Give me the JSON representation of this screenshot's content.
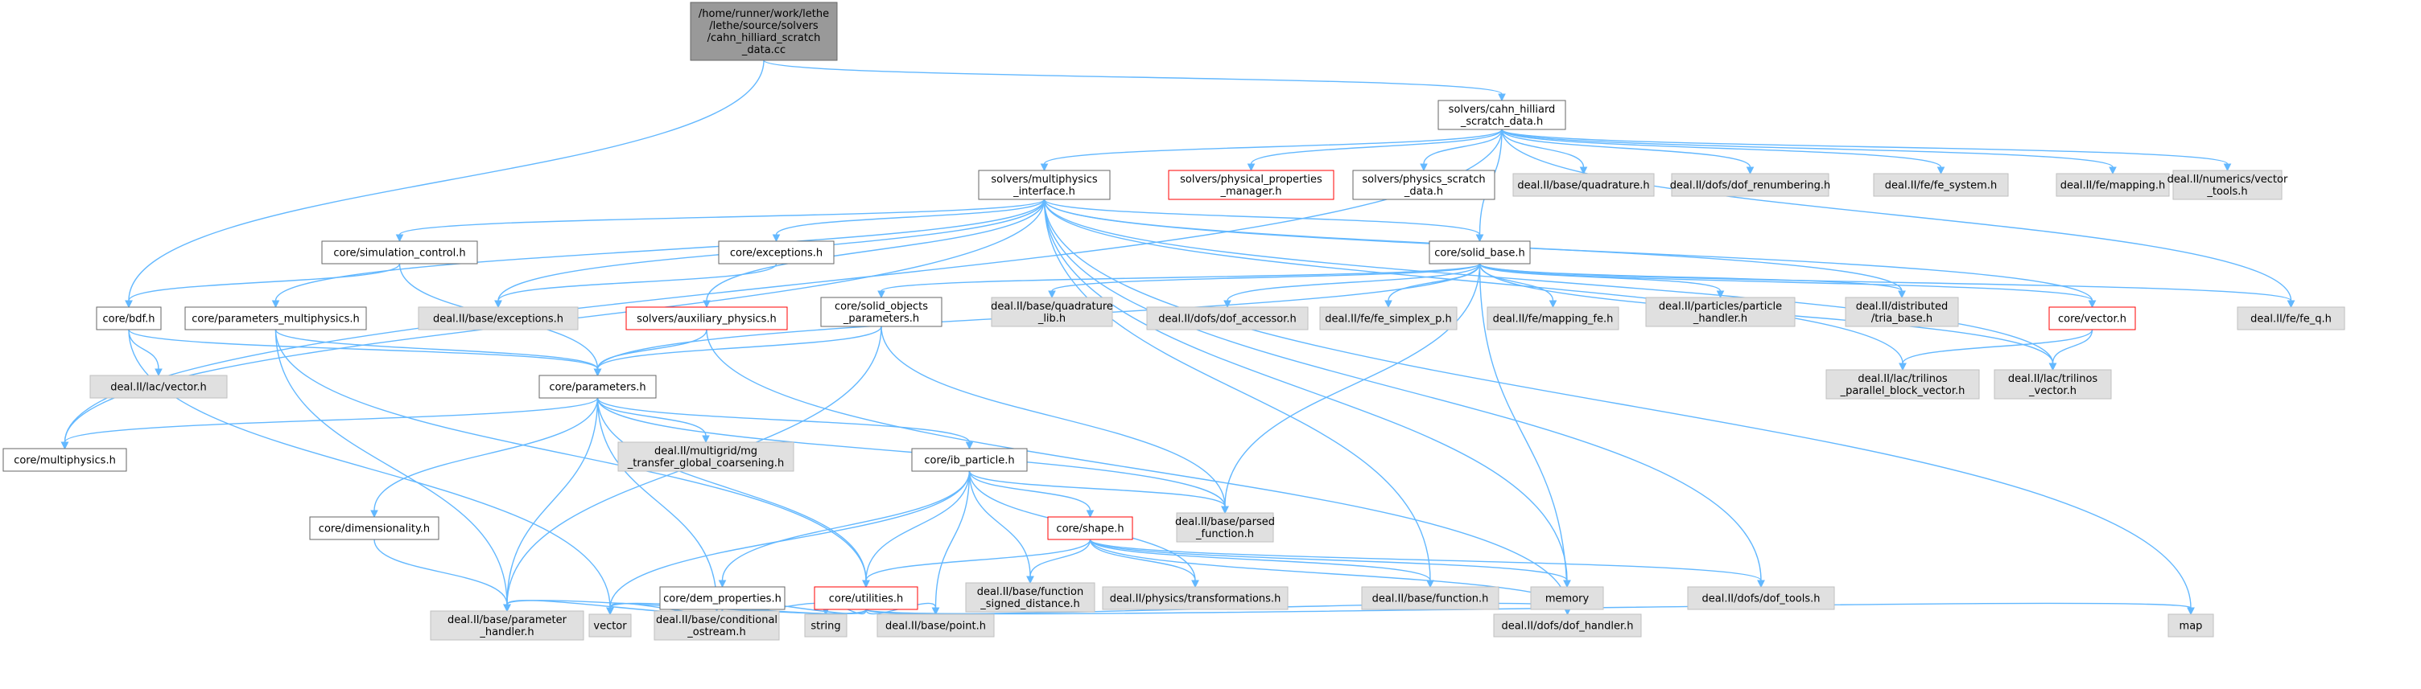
{
  "diagram": {
    "title": "",
    "colors": {
      "edge": "#63b8ff",
      "root_fill": "#999999",
      "external_fill": "#e0e0e0",
      "internal_fill": "#ffffff",
      "incomplete_border": "#ff0000",
      "border": "#666666"
    },
    "nodes": [
      {
        "id": "root",
        "kind": "root",
        "lines": [
          "/home/runner/work/lethe",
          "/lethe/source/solvers",
          "/cahn_hilliard_scratch",
          "_data.cc"
        ]
      },
      {
        "id": "chs",
        "kind": "internal",
        "lines": [
          "solvers/cahn_hilliard",
          "_scratch_data.h"
        ]
      },
      {
        "id": "mpi",
        "kind": "internal",
        "lines": [
          "solvers/multiphysics",
          "_interface.h"
        ]
      },
      {
        "id": "ppm",
        "kind": "incomplete",
        "lines": [
          "solvers/physical_properties",
          "_manager.h"
        ]
      },
      {
        "id": "psd",
        "kind": "internal",
        "lines": [
          "solvers/physics_scratch",
          "_data.h"
        ]
      },
      {
        "id": "quad",
        "kind": "external",
        "lines": [
          "deal.II/base/quadrature.h"
        ]
      },
      {
        "id": "dofren",
        "kind": "external",
        "lines": [
          "deal.II/dofs/dof_renumbering.h"
        ]
      },
      {
        "id": "fesys",
        "kind": "external",
        "lines": [
          "deal.II/fe/fe_system.h"
        ]
      },
      {
        "id": "femap",
        "kind": "external",
        "lines": [
          "deal.II/fe/mapping.h"
        ]
      },
      {
        "id": "numvt",
        "kind": "external",
        "lines": [
          "deal.II/numerics/vector",
          "_tools.h"
        ]
      },
      {
        "id": "simctl",
        "kind": "internal",
        "lines": [
          "core/simulation_control.h"
        ]
      },
      {
        "id": "exc",
        "kind": "internal",
        "lines": [
          "core/exceptions.h"
        ]
      },
      {
        "id": "solid",
        "kind": "internal",
        "lines": [
          "core/solid_base.h"
        ]
      },
      {
        "id": "bdf",
        "kind": "internal",
        "lines": [
          "core/bdf.h"
        ]
      },
      {
        "id": "parmp",
        "kind": "internal",
        "lines": [
          "core/parameters_multiphysics.h"
        ]
      },
      {
        "id": "dexc",
        "kind": "external",
        "lines": [
          "deal.II/base/exceptions.h"
        ]
      },
      {
        "id": "aux",
        "kind": "incomplete",
        "lines": [
          "solvers/auxiliary_physics.h"
        ]
      },
      {
        "id": "sop",
        "kind": "internal",
        "lines": [
          "core/solid_objects",
          "_parameters.h"
        ]
      },
      {
        "id": "qlib",
        "kind": "external",
        "lines": [
          "deal.II/base/quadrature",
          "_lib.h"
        ]
      },
      {
        "id": "dofacc",
        "kind": "external",
        "lines": [
          "deal.II/dofs/dof_accessor.h"
        ]
      },
      {
        "id": "fesimp",
        "kind": "external",
        "lines": [
          "deal.II/fe/fe_simplex_p.h"
        ]
      },
      {
        "id": "mapfe",
        "kind": "external",
        "lines": [
          "deal.II/fe/mapping_fe.h"
        ]
      },
      {
        "id": "parth",
        "kind": "external",
        "lines": [
          "deal.II/particles/particle",
          "_handler.h"
        ]
      },
      {
        "id": "tria",
        "kind": "external",
        "lines": [
          "deal.II/distributed",
          "/tria_base.h"
        ]
      },
      {
        "id": "vec",
        "kind": "incomplete",
        "lines": [
          "core/vector.h"
        ]
      },
      {
        "id": "feq",
        "kind": "external",
        "lines": [
          "deal.II/fe/fe_q.h"
        ]
      },
      {
        "id": "lacvec",
        "kind": "external",
        "lines": [
          "deal.II/lac/vector.h"
        ]
      },
      {
        "id": "pbv",
        "kind": "external",
        "lines": [
          "deal.II/lac/trilinos",
          "_parallel_block_vector.h"
        ]
      },
      {
        "id": "trivec",
        "kind": "external",
        "lines": [
          "deal.II/lac/trilinos",
          "_vector.h"
        ]
      },
      {
        "id": "params",
        "kind": "internal",
        "lines": [
          "core/parameters.h"
        ]
      },
      {
        "id": "multi",
        "kind": "internal",
        "lines": [
          "core/multiphysics.h"
        ]
      },
      {
        "id": "mg",
        "kind": "external",
        "lines": [
          "deal.II/multigrid/mg",
          "_transfer_global_coarsening.h"
        ]
      },
      {
        "id": "ib",
        "kind": "internal",
        "lines": [
          "core/ib_particle.h"
        ]
      },
      {
        "id": "dim",
        "kind": "internal",
        "lines": [
          "core/dimensionality.h"
        ]
      },
      {
        "id": "pfunc",
        "kind": "external",
        "lines": [
          "deal.II/base/parsed",
          "_function.h"
        ]
      },
      {
        "id": "shape",
        "kind": "incomplete",
        "lines": [
          "core/shape.h"
        ]
      },
      {
        "id": "dem",
        "kind": "internal",
        "lines": [
          "core/dem_properties.h"
        ]
      },
      {
        "id": "util",
        "kind": "incomplete",
        "lines": [
          "core/utilities.h"
        ]
      },
      {
        "id": "fsd",
        "kind": "external",
        "lines": [
          "deal.II/base/function",
          "_signed_distance.h"
        ]
      },
      {
        "id": "transf",
        "kind": "external",
        "lines": [
          "deal.II/physics/transformations.h"
        ]
      },
      {
        "id": "func",
        "kind": "external",
        "lines": [
          "deal.II/base/function.h"
        ]
      },
      {
        "id": "memory",
        "kind": "external",
        "lines": [
          "memory"
        ]
      },
      {
        "id": "doftools",
        "kind": "external",
        "lines": [
          "deal.II/dofs/dof_tools.h"
        ]
      },
      {
        "id": "parh",
        "kind": "external",
        "lines": [
          "deal.II/base/parameter",
          "_handler.h"
        ]
      },
      {
        "id": "vector",
        "kind": "external",
        "lines": [
          "vector"
        ]
      },
      {
        "id": "cond",
        "kind": "external",
        "lines": [
          "deal.II/base/conditional",
          "_ostream.h"
        ]
      },
      {
        "id": "string",
        "kind": "external",
        "lines": [
          "string"
        ]
      },
      {
        "id": "point",
        "kind": "external",
        "lines": [
          "deal.II/base/point.h"
        ]
      },
      {
        "id": "dofh",
        "kind": "external",
        "lines": [
          "deal.II/dofs/dof_handler.h"
        ]
      },
      {
        "id": "map",
        "kind": "external",
        "lines": [
          "map"
        ]
      }
    ]
  }
}
